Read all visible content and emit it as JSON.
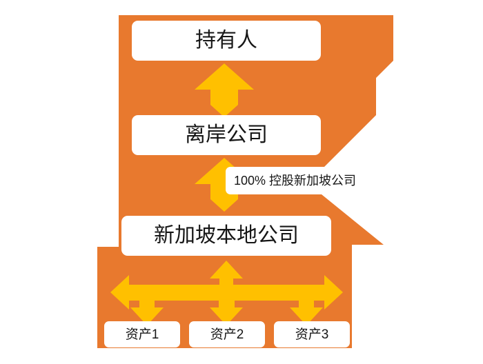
{
  "diagram": {
    "title_text": "",
    "colors": {
      "background_orange": "#E8792E",
      "arrow_yellow": "#FFC000",
      "box_fill": "#FFFFFF",
      "text": "#161616",
      "page_background": "#FFFFFF"
    },
    "nodes": [
      {
        "id": "holder",
        "label": "持有人",
        "level": 1
      },
      {
        "id": "offshore",
        "label": "离岸公司",
        "level": 2
      },
      {
        "id": "local",
        "label": "新加坡本地公司",
        "level": 3
      }
    ],
    "connectors": [
      {
        "id": "holder-to-offshore",
        "icon": "down-arrow-icon",
        "label": ""
      },
      {
        "id": "offshore-to-local",
        "icon": "down-arrow-icon",
        "label": "100% 控股新加坡公司"
      },
      {
        "id": "local-to-assets",
        "icon": "branch-arrow-icon",
        "label": ""
      }
    ],
    "assets": [
      {
        "id": "asset-1",
        "label": "资产1"
      },
      {
        "id": "asset-2",
        "label": "资产2"
      },
      {
        "id": "asset-3",
        "label": "资产3"
      }
    ]
  }
}
